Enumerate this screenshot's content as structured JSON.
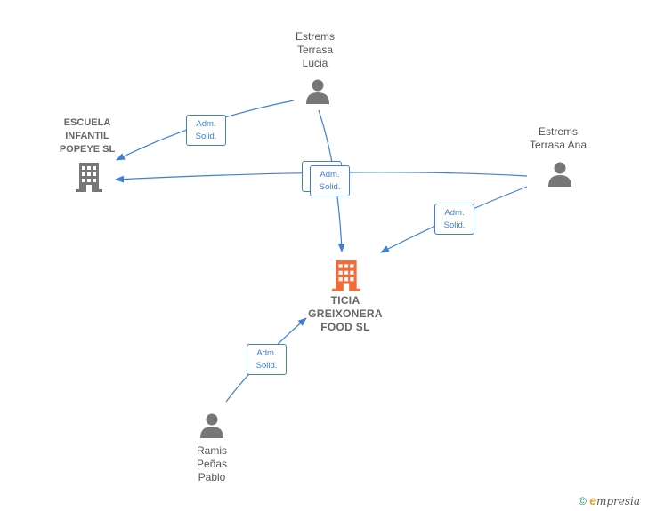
{
  "nodes": {
    "lucia": {
      "lines": [
        "Estrems",
        "Terrasa",
        "Lucia"
      ],
      "type": "person"
    },
    "ana": {
      "lines": [
        "Estrems",
        "Terrasa Ana"
      ],
      "type": "person"
    },
    "escuela": {
      "lines": [
        "ESCUELA",
        "INFANTIL",
        "POPEYE SL"
      ],
      "type": "company"
    },
    "ticia": {
      "lines": [
        "TICIA",
        "GREIXONERA",
        "FOOD  SL"
      ],
      "type": "company-main"
    },
    "ramis": {
      "lines": [
        "Ramis",
        "Peñas",
        "Pablo"
      ],
      "type": "person"
    }
  },
  "edge_label": {
    "line1": "Adm.",
    "line2": "Solid."
  },
  "colors": {
    "edge": "#3f7fd6",
    "person": "#777777",
    "company": "#777777",
    "main_company": "#f26b38"
  },
  "footer": {
    "copyright": "©",
    "brand_initial": "e",
    "brand_rest": "mpresia"
  }
}
